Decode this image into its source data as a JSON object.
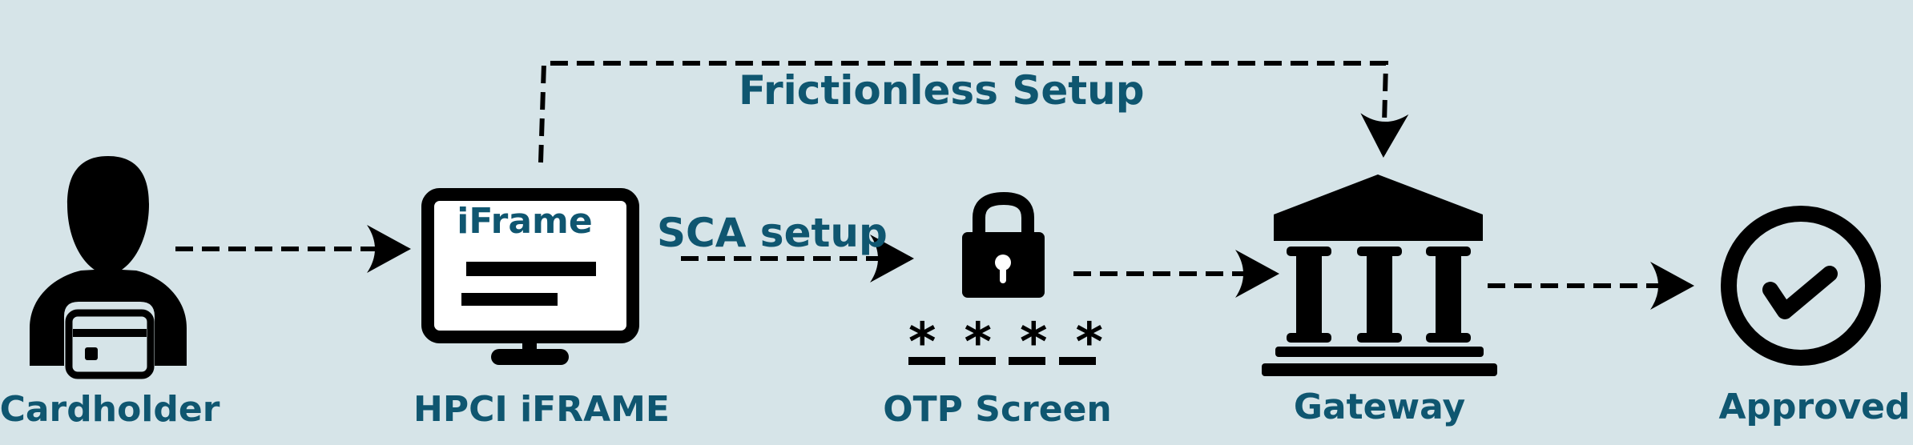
{
  "nodes": {
    "cardholder": {
      "label": "Cardholder",
      "icon": "user-card-icon"
    },
    "hpci": {
      "label": "HPCI iFRAME",
      "screen_text": "iFrame",
      "icon": "monitor-icon"
    },
    "otp": {
      "label": "OTP Screen",
      "mask": "* * * *",
      "icon": "unlocked-padlock-icon"
    },
    "gateway": {
      "label": "Gateway",
      "icon": "bank-building-icon"
    },
    "approved": {
      "label": "Approved",
      "icon": "check-circle-icon"
    }
  },
  "edges": {
    "sca": {
      "label": "SCA setup"
    },
    "frictionless": {
      "label": "Frictionless Setup"
    }
  },
  "colors": {
    "background": "#d6e4e8",
    "label": "#0f5670",
    "icon": "#000000"
  }
}
